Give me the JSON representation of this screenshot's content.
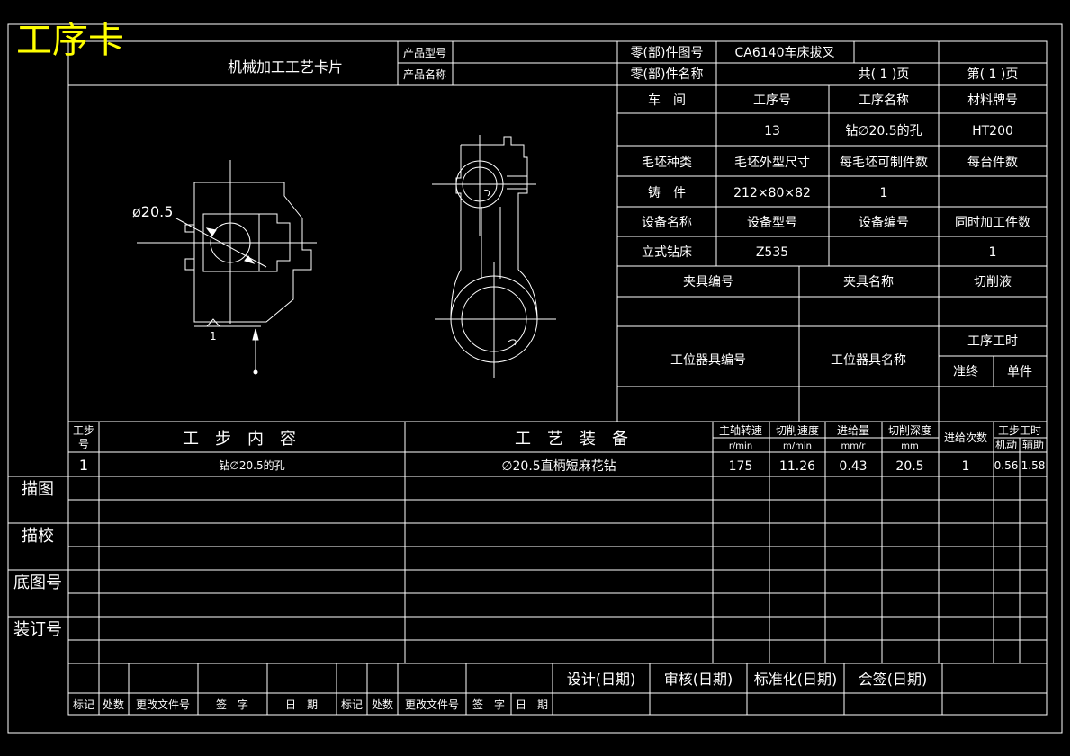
{
  "stamp": "工序卡",
  "header": {
    "card_title": "机械加工工艺卡片",
    "product_model_label": "产品型号",
    "product_name_label": "产品名称",
    "part_drawing_label": "零(部)件图号",
    "part_drawing_value": "CA6140车床拔叉",
    "part_name_label": "零(部)件名称",
    "total_pages": "共( 1 )页",
    "page_no": "第( 1 )页"
  },
  "info": {
    "workshop_label": "车　间",
    "process_no_label": "工序号",
    "process_name_label": "工序名称",
    "material_label": "材料牌号",
    "process_no": "13",
    "process_name": "钻∅20.5的孔",
    "material": "HT200",
    "blank_type_label": "毛坯种类",
    "blank_size_label": "毛坯外型尺寸",
    "per_blank_label": "每毛坯可制件数",
    "per_machine_label": "每台件数",
    "blank_type": "铸　件",
    "blank_size": "212×80×82",
    "per_blank": "1",
    "equip_name_label": "设备名称",
    "equip_model_label": "设备型号",
    "equip_no_label": "设备编号",
    "simul_label": "同时加工件数",
    "equip_name": "立式钻床",
    "equip_model": "Z535",
    "simul": "1",
    "fixture_no_label": "夹具编号",
    "fixture_name_label": "夹具名称",
    "coolant_label": "切削液",
    "station_no_label": "工位器具编号",
    "station_name_label": "工位器具名称",
    "process_time_label": "工序工时",
    "prep_label": "准终",
    "unit_label": "单件"
  },
  "drawing": {
    "dia_label": "ø20.5",
    "datum_label": "1"
  },
  "steps": {
    "headers": {
      "step_no_1": "工步",
      "step_no_2": "号",
      "content": "工　步　内　容",
      "equipment": "工　艺　装　备",
      "speed_1": "主轴转速",
      "speed_2": "r/min",
      "cut_speed_1": "切削速度",
      "cut_speed_2": "m/min",
      "feed_1": "进给量",
      "feed_2": "mm/r",
      "depth_1": "切削深度",
      "depth_2": "mm",
      "passes": "进给次数",
      "time_1": "工步工时",
      "machine": "机动",
      "aux": "辅助"
    },
    "rows": [
      {
        "no": "1",
        "content": "钻∅20.5的孔",
        "equipment": "∅20.5直柄短麻花钻",
        "speed": "175",
        "cut_speed": "11.26",
        "feed": "0.43",
        "depth": "20.5",
        "passes": "1",
        "machine": "0.56",
        "aux": "1.58"
      }
    ]
  },
  "side": {
    "trace": "描图",
    "check": "描校",
    "base": "底图号",
    "bind": "装订号"
  },
  "footer": {
    "design": "设计(日期)",
    "review": "审核(日期)",
    "standard": "标准化(日期)",
    "countersign": "会签(日期)",
    "mark": "标记",
    "place": "处数",
    "change_doc": "更改文件号",
    "sign": "签　字",
    "date": "日　期"
  },
  "colors": {
    "background": "#000000",
    "lines": "#ffffff",
    "stamp": "#ffff00"
  }
}
